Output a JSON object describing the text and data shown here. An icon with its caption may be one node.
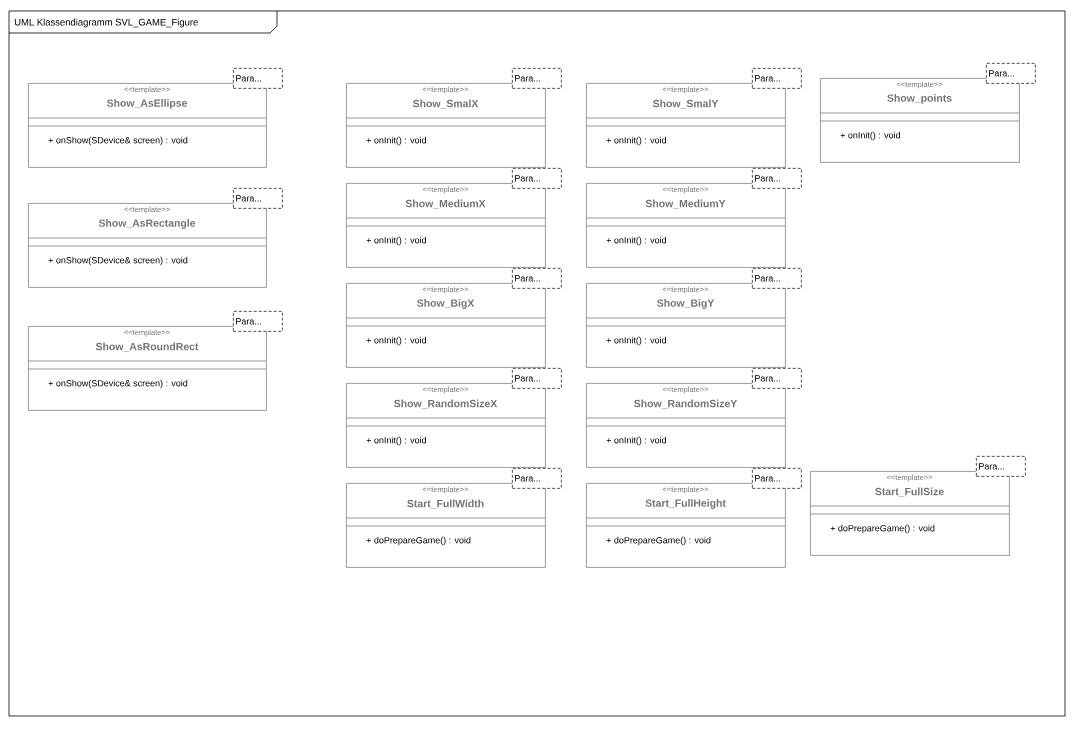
{
  "diagram": {
    "title": "UML Klassendiagramm SVL_GAME_Figure",
    "nodes": [
      {
        "text": [
          "<<template>>",
          "Show_AsEllipse",
          "+ onShow(SDevice& screen) : void"
        ]
      },
      {
        "text": [
          "Para..."
        ]
      },
      {
        "text": [
          "<<template>>",
          "Show_SmalX",
          "+ onInit() : void"
        ]
      },
      {
        "text": [
          "Para..."
        ]
      },
      {
        "text": [
          "<<template>>",
          "Show_SmalY",
          "+ onInit() : void"
        ]
      },
      {
        "text": [
          "Para..."
        ]
      },
      {
        "text": [
          "<<template>>",
          "Show_points",
          "+ onInit() : void"
        ]
      },
      {
        "text": [
          "Para..."
        ]
      },
      {
        "text": [
          "<<template>>",
          "Show_AsRectangle",
          "+ onShow(SDevice& screen) : void"
        ]
      },
      {
        "text": [
          "Para..."
        ]
      },
      {
        "text": [
          "<<template>>",
          "Show_MediumX",
          "+ onInit() : void"
        ]
      },
      {
        "text": [
          "Para..."
        ]
      },
      {
        "text": [
          "<<template>>",
          "Show_MediumY",
          "+ onInit() : void"
        ]
      },
      {
        "text": [
          "Para..."
        ]
      },
      {
        "text": [
          "<<template>>",
          "Show_AsRoundRect",
          "+ onShow(SDevice& screen) : void"
        ]
      },
      {
        "text": [
          "Para..."
        ]
      },
      {
        "text": [
          "<<template>>",
          "Show_BigX",
          "+ onInit() : void"
        ]
      },
      {
        "text": [
          "Para..."
        ]
      },
      {
        "text": [
          "<<template>>",
          "Show_BigY",
          "+ onInit() : void"
        ]
      },
      {
        "text": [
          "Para..."
        ]
      },
      {
        "text": [
          "<<template>>",
          "Show_RandomSizeX",
          "+ onInit() : void"
        ]
      },
      {
        "text": [
          "Para..."
        ]
      },
      {
        "text": [
          "<<template>>",
          "Show_RandomSizeY",
          "+ onInit() : void"
        ]
      },
      {
        "text": [
          "Para..."
        ]
      },
      {
        "text": [
          "<<template>>",
          "Start_FullWidth",
          "+ doPrepareGame() : void"
        ]
      },
      {
        "text": [
          "Para..."
        ]
      },
      {
        "text": [
          "<<template>>",
          "Start_FullHeight",
          "+ doPrepareGame() : void"
        ]
      },
      {
        "text": [
          "Para..."
        ]
      },
      {
        "text": [
          "<<template>>",
          "Start_FullSize",
          "+ doPrepareGame() : void"
        ]
      },
      {
        "text": [
          "Para..."
        ]
      }
    ]
  }
}
